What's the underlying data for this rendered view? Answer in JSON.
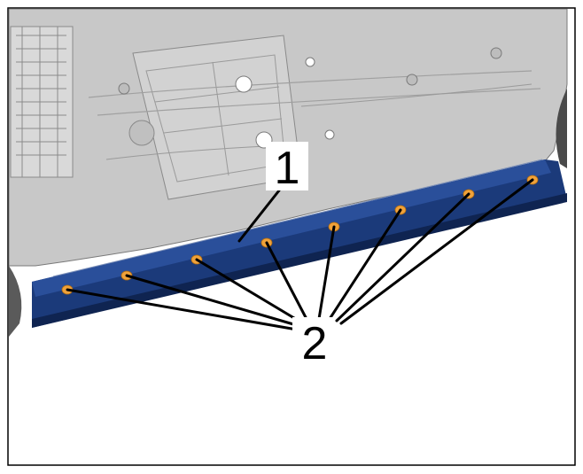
{
  "figure": {
    "callouts": [
      {
        "id": "1",
        "label": "1",
        "meaning": ""
      },
      {
        "id": "2",
        "label": "2",
        "meaning": ""
      }
    ],
    "fastener_count": 8
  },
  "colors": {
    "body_panel": "#c6c6c6",
    "panel_edge": "#7a7a7a",
    "sill_blue": "#1b3a7a",
    "sill_dark": "#0f2451",
    "fastener": "#f0a23a",
    "leader": "#000000",
    "frame": "#000000",
    "background": "#ffffff"
  }
}
